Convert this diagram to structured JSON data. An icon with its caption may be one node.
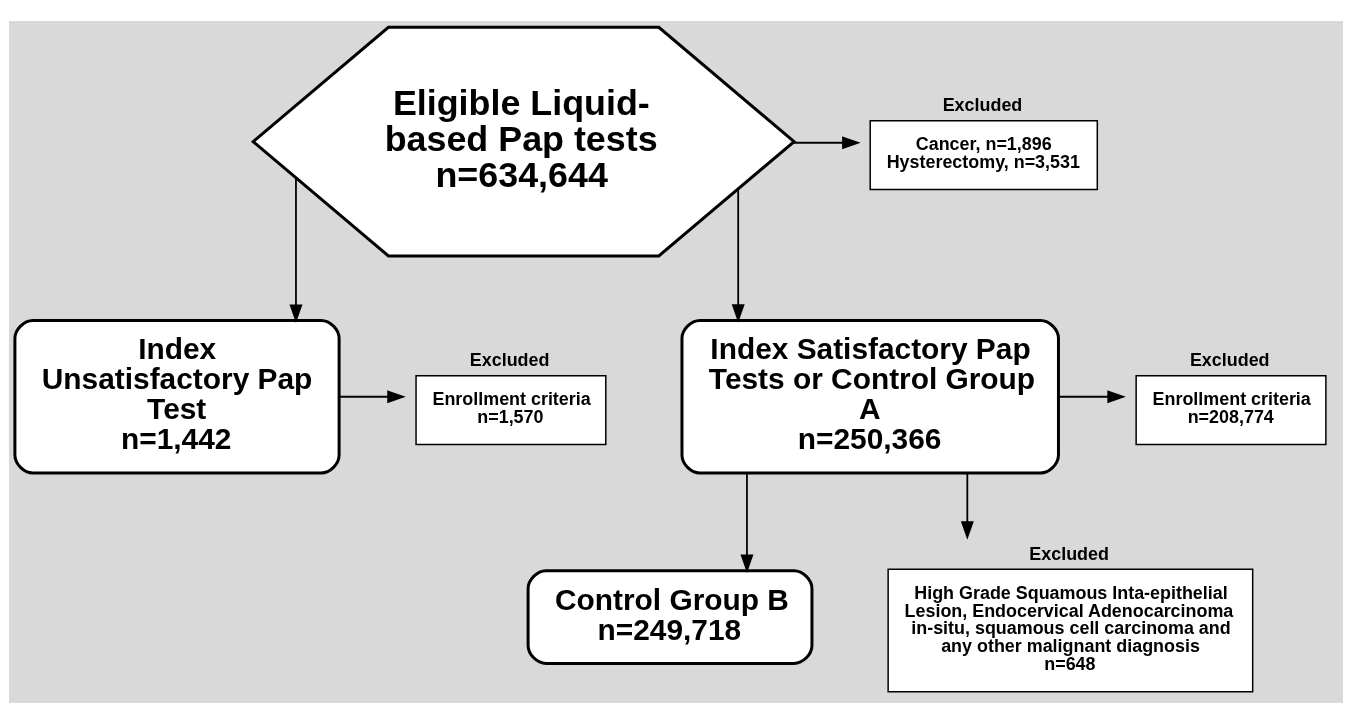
{
  "diagram": {
    "nodes": [
      {
        "text": [
          "Eligible Liquid-based Pap tests",
          "n=634,644"
        ]
      },
      {
        "text": [
          "Cancer, n=1,896",
          "Hysterectomy, n=3,531"
        ],
        "beside": [
          "Excluded"
        ]
      },
      {
        "text": [
          "Index Unsatisfactory Pap Test",
          "n=1,442"
        ]
      },
      {
        "text": [
          "Index Satisfactory Pap Tests or Control Group A",
          "n=250,366"
        ]
      },
      {
        "text": [
          "Enrollment criteria",
          "n=1,570"
        ],
        "beside": [
          "Excluded"
        ]
      },
      {
        "text": [
          "Enrollment criteria",
          "n=208,774"
        ],
        "beside": [
          "Excluded"
        ]
      },
      {
        "text": [
          "Control Group B",
          "n=249,718"
        ]
      },
      {
        "text": [
          "High Grade Squamous Inta-epithelial Lesion, Endocervical Adenocarcinoma in-situ, squamous cell carcinoma and any other malignant diagnosis",
          "n=648"
        ],
        "beside": [
          "Excluded"
        ]
      }
    ],
    "edges": [
      {
        "from": 0,
        "to": 1,
        "arrow": "to"
      },
      {
        "from": 0,
        "to": 2,
        "arrow": "to"
      },
      {
        "from": 0,
        "to": 3,
        "arrow": "to"
      },
      {
        "from": 2,
        "to": 4,
        "arrow": "to"
      },
      {
        "from": 3,
        "to": 5,
        "arrow": "to"
      },
      {
        "from": 3,
        "to": 6,
        "arrow": "to"
      },
      {
        "from": 3,
        "to": 7,
        "arrow": "to"
      }
    ]
  }
}
